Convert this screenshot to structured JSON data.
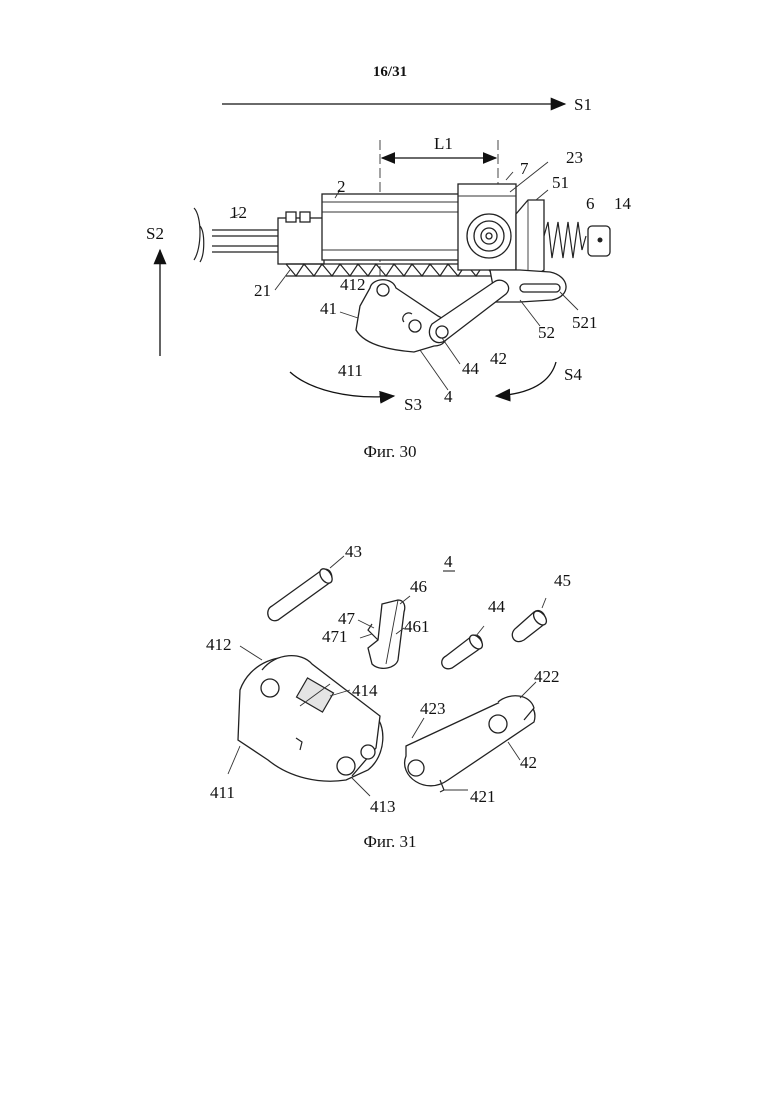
{
  "page": {
    "number": "16/31"
  },
  "figure30": {
    "caption": "Фиг. 30",
    "labels": {
      "s1": "S1",
      "s2": "S2",
      "s3": "S3",
      "s4": "S4",
      "l1": "L1",
      "n2": "2",
      "n7": "7",
      "n23": "23",
      "n51": "51",
      "n6": "6",
      "n14": "14",
      "n12": "12",
      "n21": "21",
      "n412": "412",
      "n41": "41",
      "n411": "411",
      "n44": "44",
      "n42": "42",
      "n4": "4",
      "n52": "52",
      "n521": "521"
    }
  },
  "figure31": {
    "caption": "Фиг. 31",
    "labels": {
      "n43": "43",
      "n4": "4",
      "n46": "46",
      "n47": "47",
      "n471": "471",
      "n461": "461",
      "n44": "44",
      "n45": "45",
      "n412": "412",
      "n414": "414",
      "n423": "423",
      "n422": "422",
      "n42": "42",
      "n411": "411",
      "n413": "413",
      "n421": "421"
    }
  }
}
